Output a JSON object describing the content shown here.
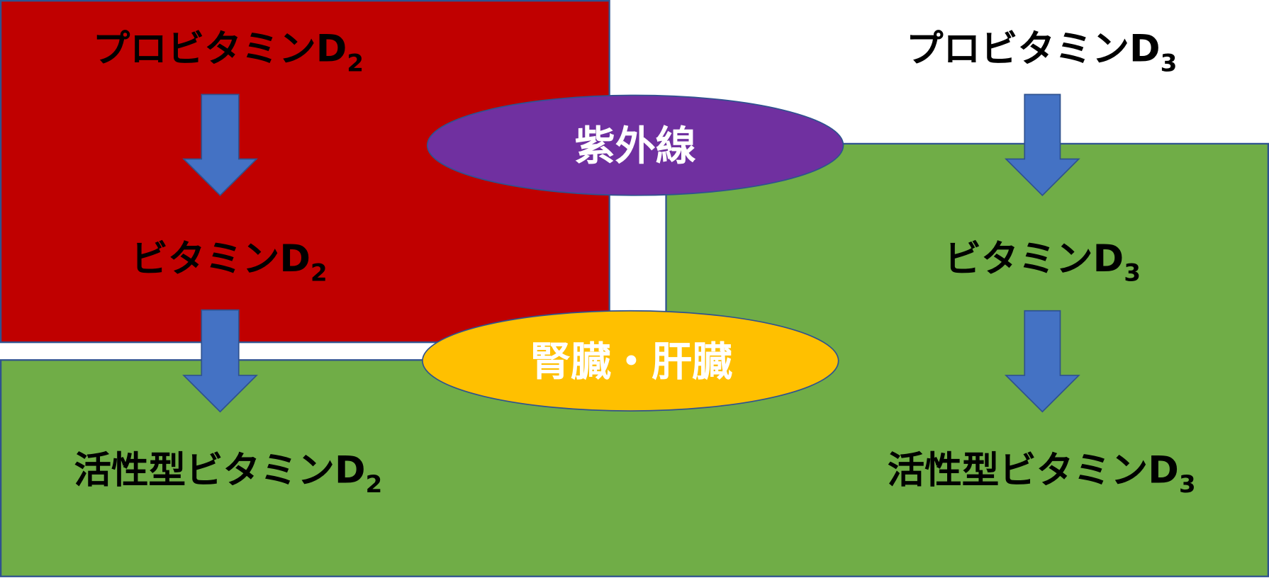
{
  "colors": {
    "red": "#C00000",
    "green": "#70AD47",
    "arrow": "#4472C4",
    "purple": "#7030A0",
    "yellow": "#FFC000",
    "outline": "#2F528F"
  },
  "left": {
    "pro": {
      "main": "プロビタミンD",
      "sub": "2"
    },
    "vit": {
      "main": "ビタミンD",
      "sub": "2"
    },
    "active": {
      "main": "活性型ビタミンD",
      "sub": "2"
    }
  },
  "right": {
    "pro": {
      "main": "プロビタミンD",
      "sub": "3"
    },
    "vit": {
      "main": "ビタミンD",
      "sub": "3"
    },
    "active": {
      "main": "活性型ビタミンD",
      "sub": "3"
    }
  },
  "uv_label": "紫外線",
  "organ_label": "腎臓・肝臓"
}
